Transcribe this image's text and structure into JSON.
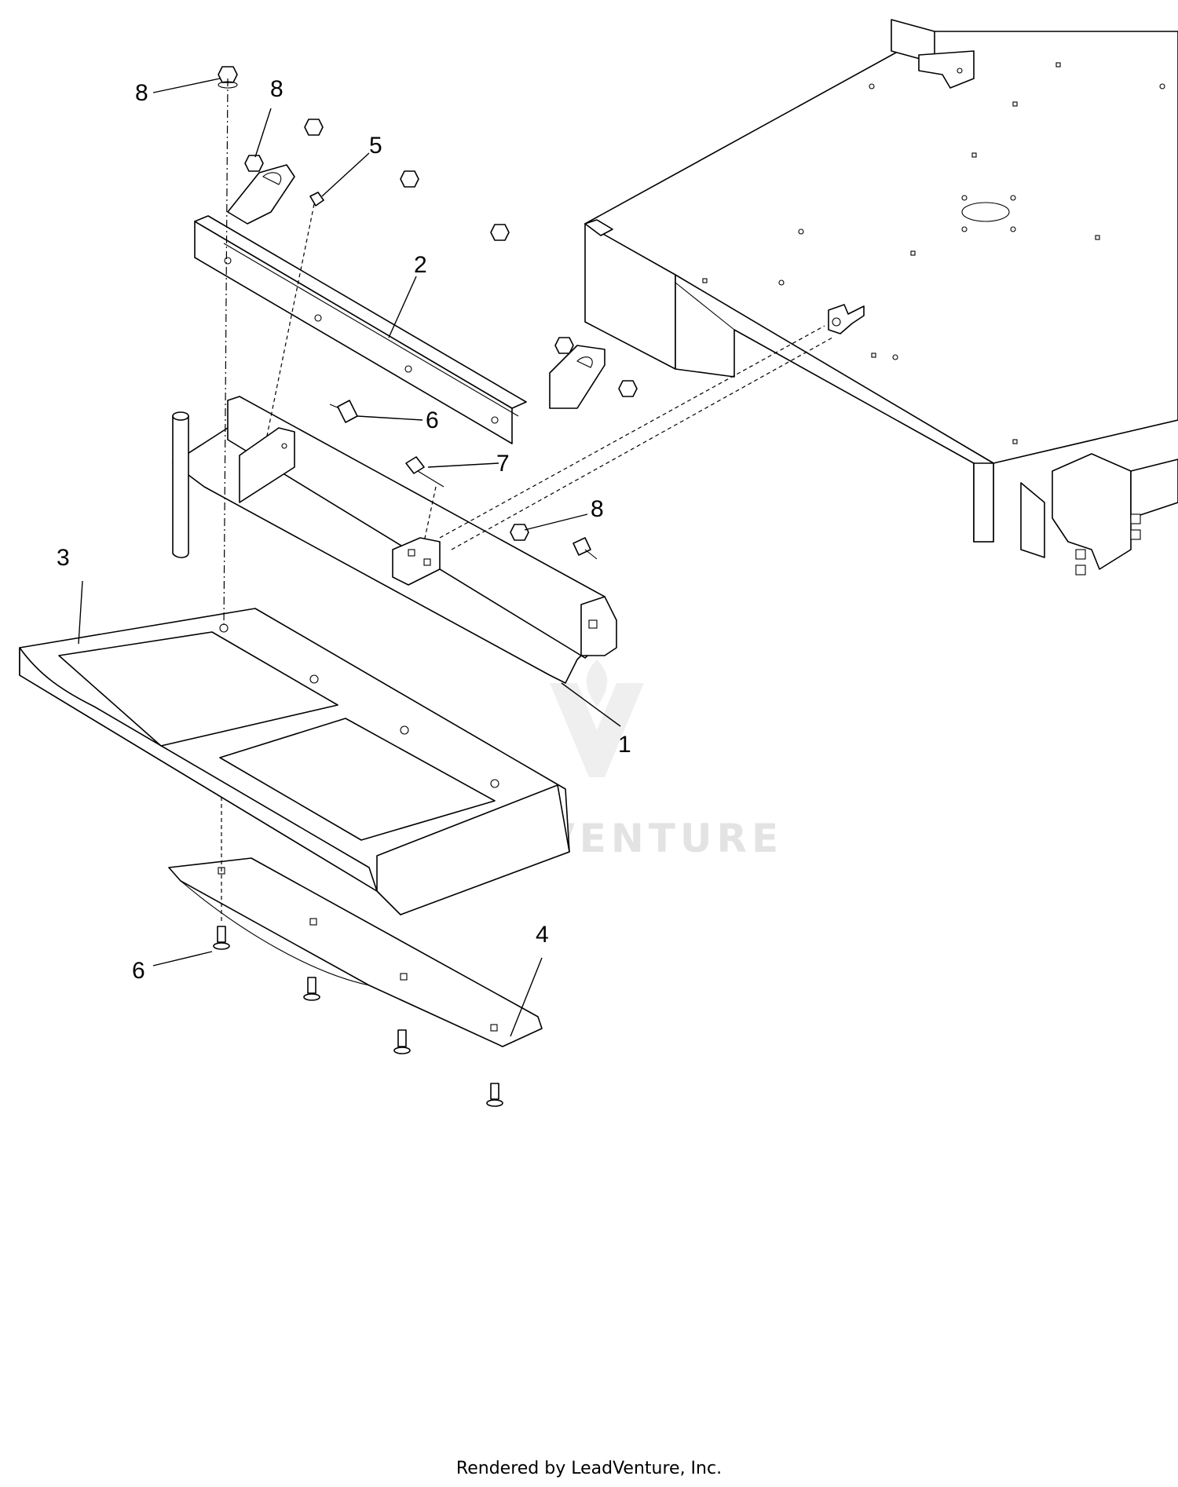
{
  "callouts": [
    {
      "id": "c8a",
      "label": "8"
    },
    {
      "id": "c8b",
      "label": "8"
    },
    {
      "id": "c5",
      "label": "5"
    },
    {
      "id": "c2",
      "label": "2"
    },
    {
      "id": "c6a",
      "label": "6"
    },
    {
      "id": "c7",
      "label": "7"
    },
    {
      "id": "c8c",
      "label": "8"
    },
    {
      "id": "c3",
      "label": "3"
    },
    {
      "id": "c1",
      "label": "1"
    },
    {
      "id": "c4",
      "label": "4"
    },
    {
      "id": "c6b",
      "label": "6"
    }
  ],
  "watermark": {
    "text": "LEADVENTURE"
  },
  "footer": {
    "text": "Rendered by LeadVenture, Inc."
  }
}
